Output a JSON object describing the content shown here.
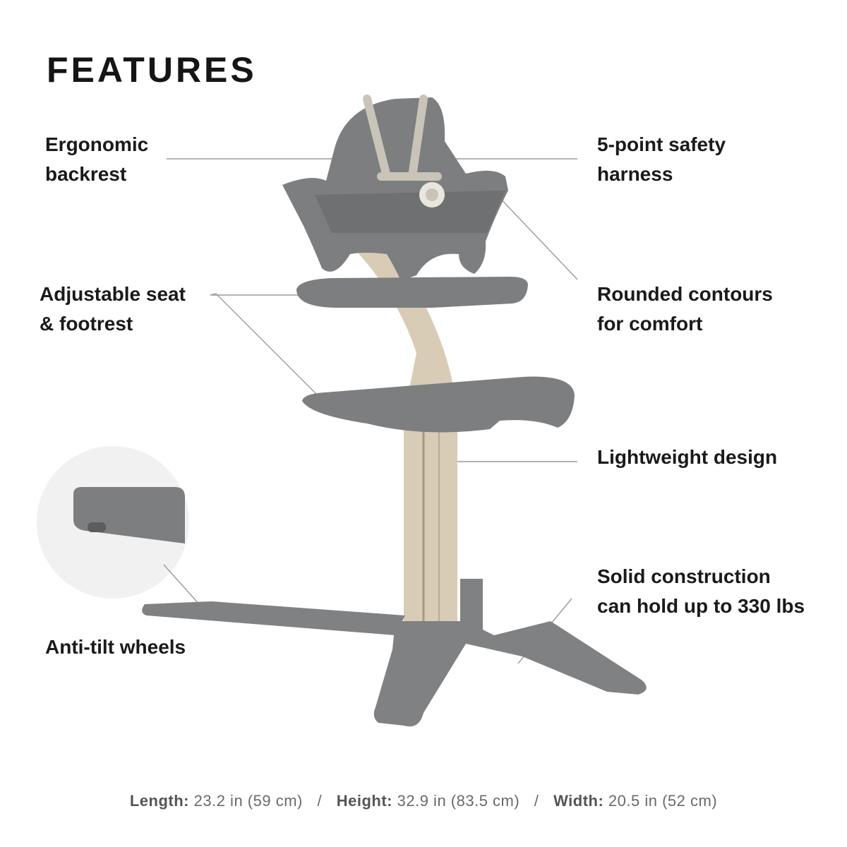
{
  "title": "FEATURES",
  "features": {
    "backrest": [
      "Ergonomic",
      "backrest"
    ],
    "harness": [
      "5-point safety",
      "harness"
    ],
    "adjustable": [
      "Adjustable seat",
      "& footrest"
    ],
    "contours": [
      "Rounded contours",
      "for comfort"
    ],
    "lightweight": [
      "Lightweight design"
    ],
    "solid": [
      "Solid construction",
      "can hold up to 330 lbs"
    ],
    "wheels": [
      "Anti-tilt wheels"
    ]
  },
  "dimensions": [
    {
      "label": "Length:",
      "value": "23.2 in (59 cm)"
    },
    {
      "label": "Height:",
      "value": "32.9 in (83.5 cm)"
    },
    {
      "label": "Width:",
      "value": "20.5 in (52 cm)"
    }
  ],
  "dimension_separator": "/",
  "colors": {
    "seat": "#7d7e80",
    "wood": "#d8ccb6",
    "strap": "#c9c4b8",
    "leader": "#9a9a9a"
  }
}
